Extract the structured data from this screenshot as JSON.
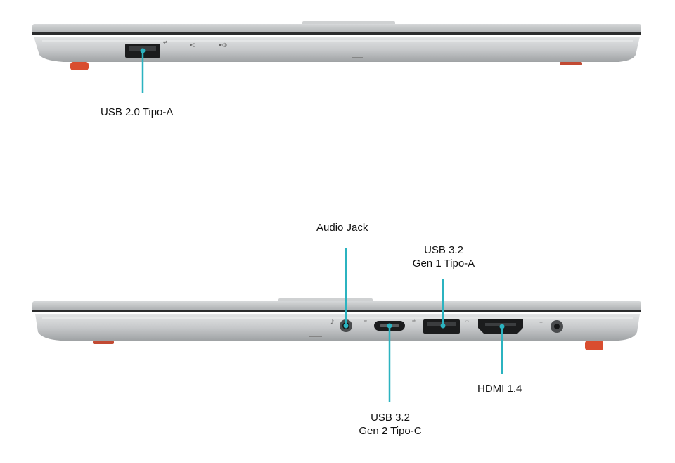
{
  "colors": {
    "accent": "#2bb3c0",
    "chassis": "#c9cbcd",
    "chassis_dark": "#8e9193",
    "foot": "#d94d2f"
  },
  "left_side": {
    "ports": [
      {
        "icon": "usb-a-port-icon",
        "label_lines": [
          "USB 2.0 Tipo-A"
        ]
      }
    ]
  },
  "right_side": {
    "ports": [
      {
        "icon": "audio-jack-icon",
        "label_lines": [
          "Audio Jack"
        ]
      },
      {
        "icon": "usb-c-port-icon",
        "label_lines": [
          "USB 3.2",
          "Gen 2 Tipo-C"
        ]
      },
      {
        "icon": "usb-a-port-icon",
        "label_lines": [
          "USB 3.2",
          "Gen 1 Tipo-A"
        ]
      },
      {
        "icon": "hdmi-port-icon",
        "label_lines": [
          "HDMI 1.4"
        ]
      }
    ]
  }
}
